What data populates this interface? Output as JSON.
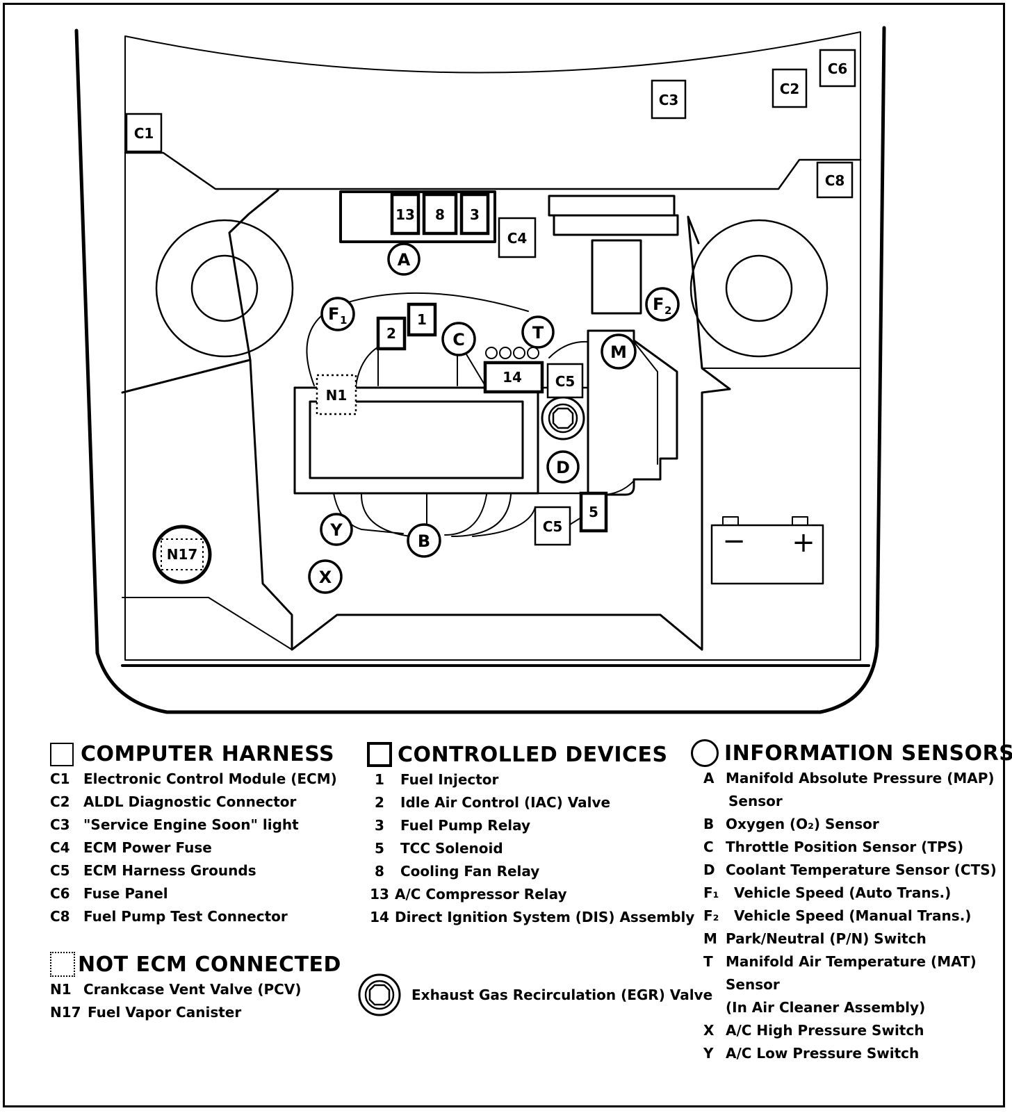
{
  "diagram": {
    "component_labels": {
      "C1": "C1",
      "C2": "C2",
      "C3": "C3",
      "C4": "C4",
      "C5": "C5",
      "C6": "C6",
      "C8": "C8",
      "d13": "13",
      "d8": "8",
      "d3": "3",
      "d1": "1",
      "d2": "2",
      "d14": "14",
      "d5": "5",
      "N1": "N1",
      "N17": "N17"
    },
    "sensor_labels": {
      "A": "A",
      "B": "B",
      "C": "C",
      "D": "D",
      "T": "T",
      "M": "M",
      "X": "X",
      "Y": "Y",
      "F": "F",
      "sub1": "1",
      "sub2": "2"
    },
    "battery": {
      "minus": "−",
      "plus": "+"
    }
  },
  "legend": {
    "computer_harness": {
      "title": "COMPUTER HARNESS",
      "items": [
        {
          "code": "C1",
          "desc": "Electronic Control Module (ECM)"
        },
        {
          "code": "C2",
          "desc": "ALDL Diagnostic  Connector"
        },
        {
          "code": "C3",
          "desc": "\"Service Engine Soon\" light"
        },
        {
          "code": "C4",
          "desc": "ECM Power Fuse"
        },
        {
          "code": "C5",
          "desc": "ECM Harness Grounds"
        },
        {
          "code": "C6",
          "desc": "Fuse Panel"
        },
        {
          "code": "C8",
          "desc": "Fuel Pump Test Connector"
        }
      ]
    },
    "not_ecm_connected": {
      "title": "NOT ECM CONNECTED",
      "items": [
        {
          "code": "N1",
          "desc": "Crankcase Vent Valve (PCV)"
        },
        {
          "code": "N17",
          "desc": "Fuel Vapor Canister"
        }
      ]
    },
    "controlled_devices": {
      "title": "CONTROLLED DEVICES",
      "items": [
        {
          "code": "1",
          "desc": "Fuel Injector"
        },
        {
          "code": "2",
          "desc": "Idle Air Control (IAC) Valve"
        },
        {
          "code": "3",
          "desc": "Fuel Pump Relay"
        },
        {
          "code": "5",
          "desc": "TCC Solenoid"
        },
        {
          "code": "8",
          "desc": "Cooling Fan Relay"
        },
        {
          "code": "13",
          "desc": "A/C Compressor Relay"
        },
        {
          "code": "14",
          "desc": "Direct Ignition System (DIS) Assembly"
        }
      ]
    },
    "egr": {
      "desc": "Exhaust Gas Recirculation (EGR) Valve"
    },
    "information_sensors": {
      "title": "INFORMATION SENSORS",
      "items": [
        {
          "code": "A",
          "desc": "Manifold  Absolute Pressure  (MAP)",
          "cont": "Sensor"
        },
        {
          "code": "B",
          "desc": "Oxygen (O₂) Sensor"
        },
        {
          "code": "C",
          "desc": "Throttle Position Sensor (TPS)"
        },
        {
          "code": "D",
          "desc": "Coolant Temperature Sensor (CTS)"
        },
        {
          "code": "F₁",
          "desc": "Vehicle Speed (Auto Trans.)"
        },
        {
          "code": "F₂",
          "desc": "Vehicle Speed (Manual Trans.)"
        },
        {
          "code": "M",
          "desc": "Park/Neutral (P/N) Switch"
        },
        {
          "code": "T",
          "desc": "Manifold  Air Temperature (MAT)",
          "cont": "Sensor",
          "cont2": "(In  Air Cleaner Assembly)"
        },
        {
          "code": "X",
          "desc": "A/C  High Pressure Switch"
        },
        {
          "code": "Y",
          "desc": "A/C Low Pressure Switch"
        }
      ]
    }
  }
}
